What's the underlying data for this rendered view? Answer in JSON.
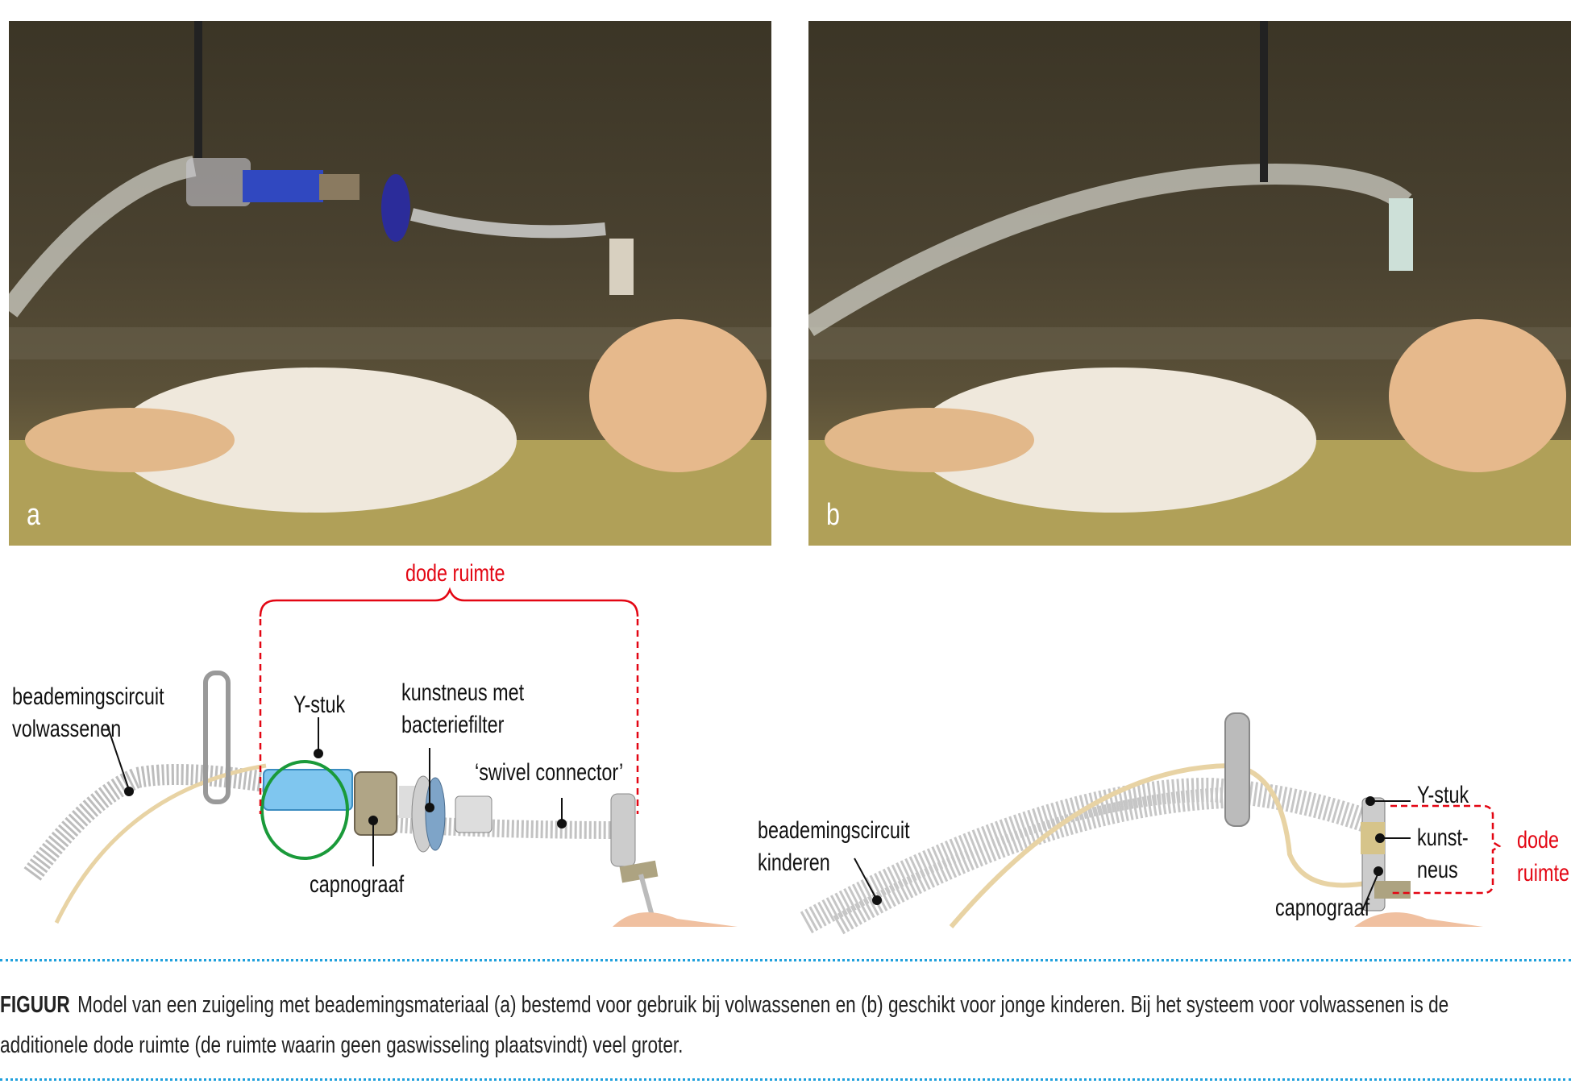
{
  "photos": [
    {
      "label": "a"
    },
    {
      "label": "b"
    }
  ],
  "diagram_a": {
    "dead_space": "dode ruimte",
    "circuit_line1": "beademingscircuit",
    "circuit_line2": "volwassenen",
    "y_piece": "Y-stuk",
    "hme_line1": "kunstneus met",
    "hme_line2": "bacteriefilter",
    "swivel": "‘swivel connector’",
    "capnograph": "capnograaf"
  },
  "diagram_b": {
    "circuit_line1": "beademingscircuit",
    "circuit_line2": "kinderen",
    "y_piece": "Y-stuk",
    "hme_line1": "kunst-",
    "hme_line2": "neus",
    "dead_space_line1": "dode",
    "dead_space_line2": "ruimte",
    "capnograph": "capnograaf"
  },
  "caption": {
    "label": "FIGUUR",
    "text": "Model van een zuigeling met beademingsmateriaal (a) bestemd voor gebruik bij volwassenen en (b) geschikt voor jonge kinderen. Bij het systeem voor volwassenen is de additionele dode ruimte (de ruimte waarin geen gaswisseling plaatsvindt) veel groter."
  },
  "colors": {
    "accent_red": "#e30613",
    "rule_blue": "#1fa0dc",
    "ring_green": "#1a9a3a"
  }
}
